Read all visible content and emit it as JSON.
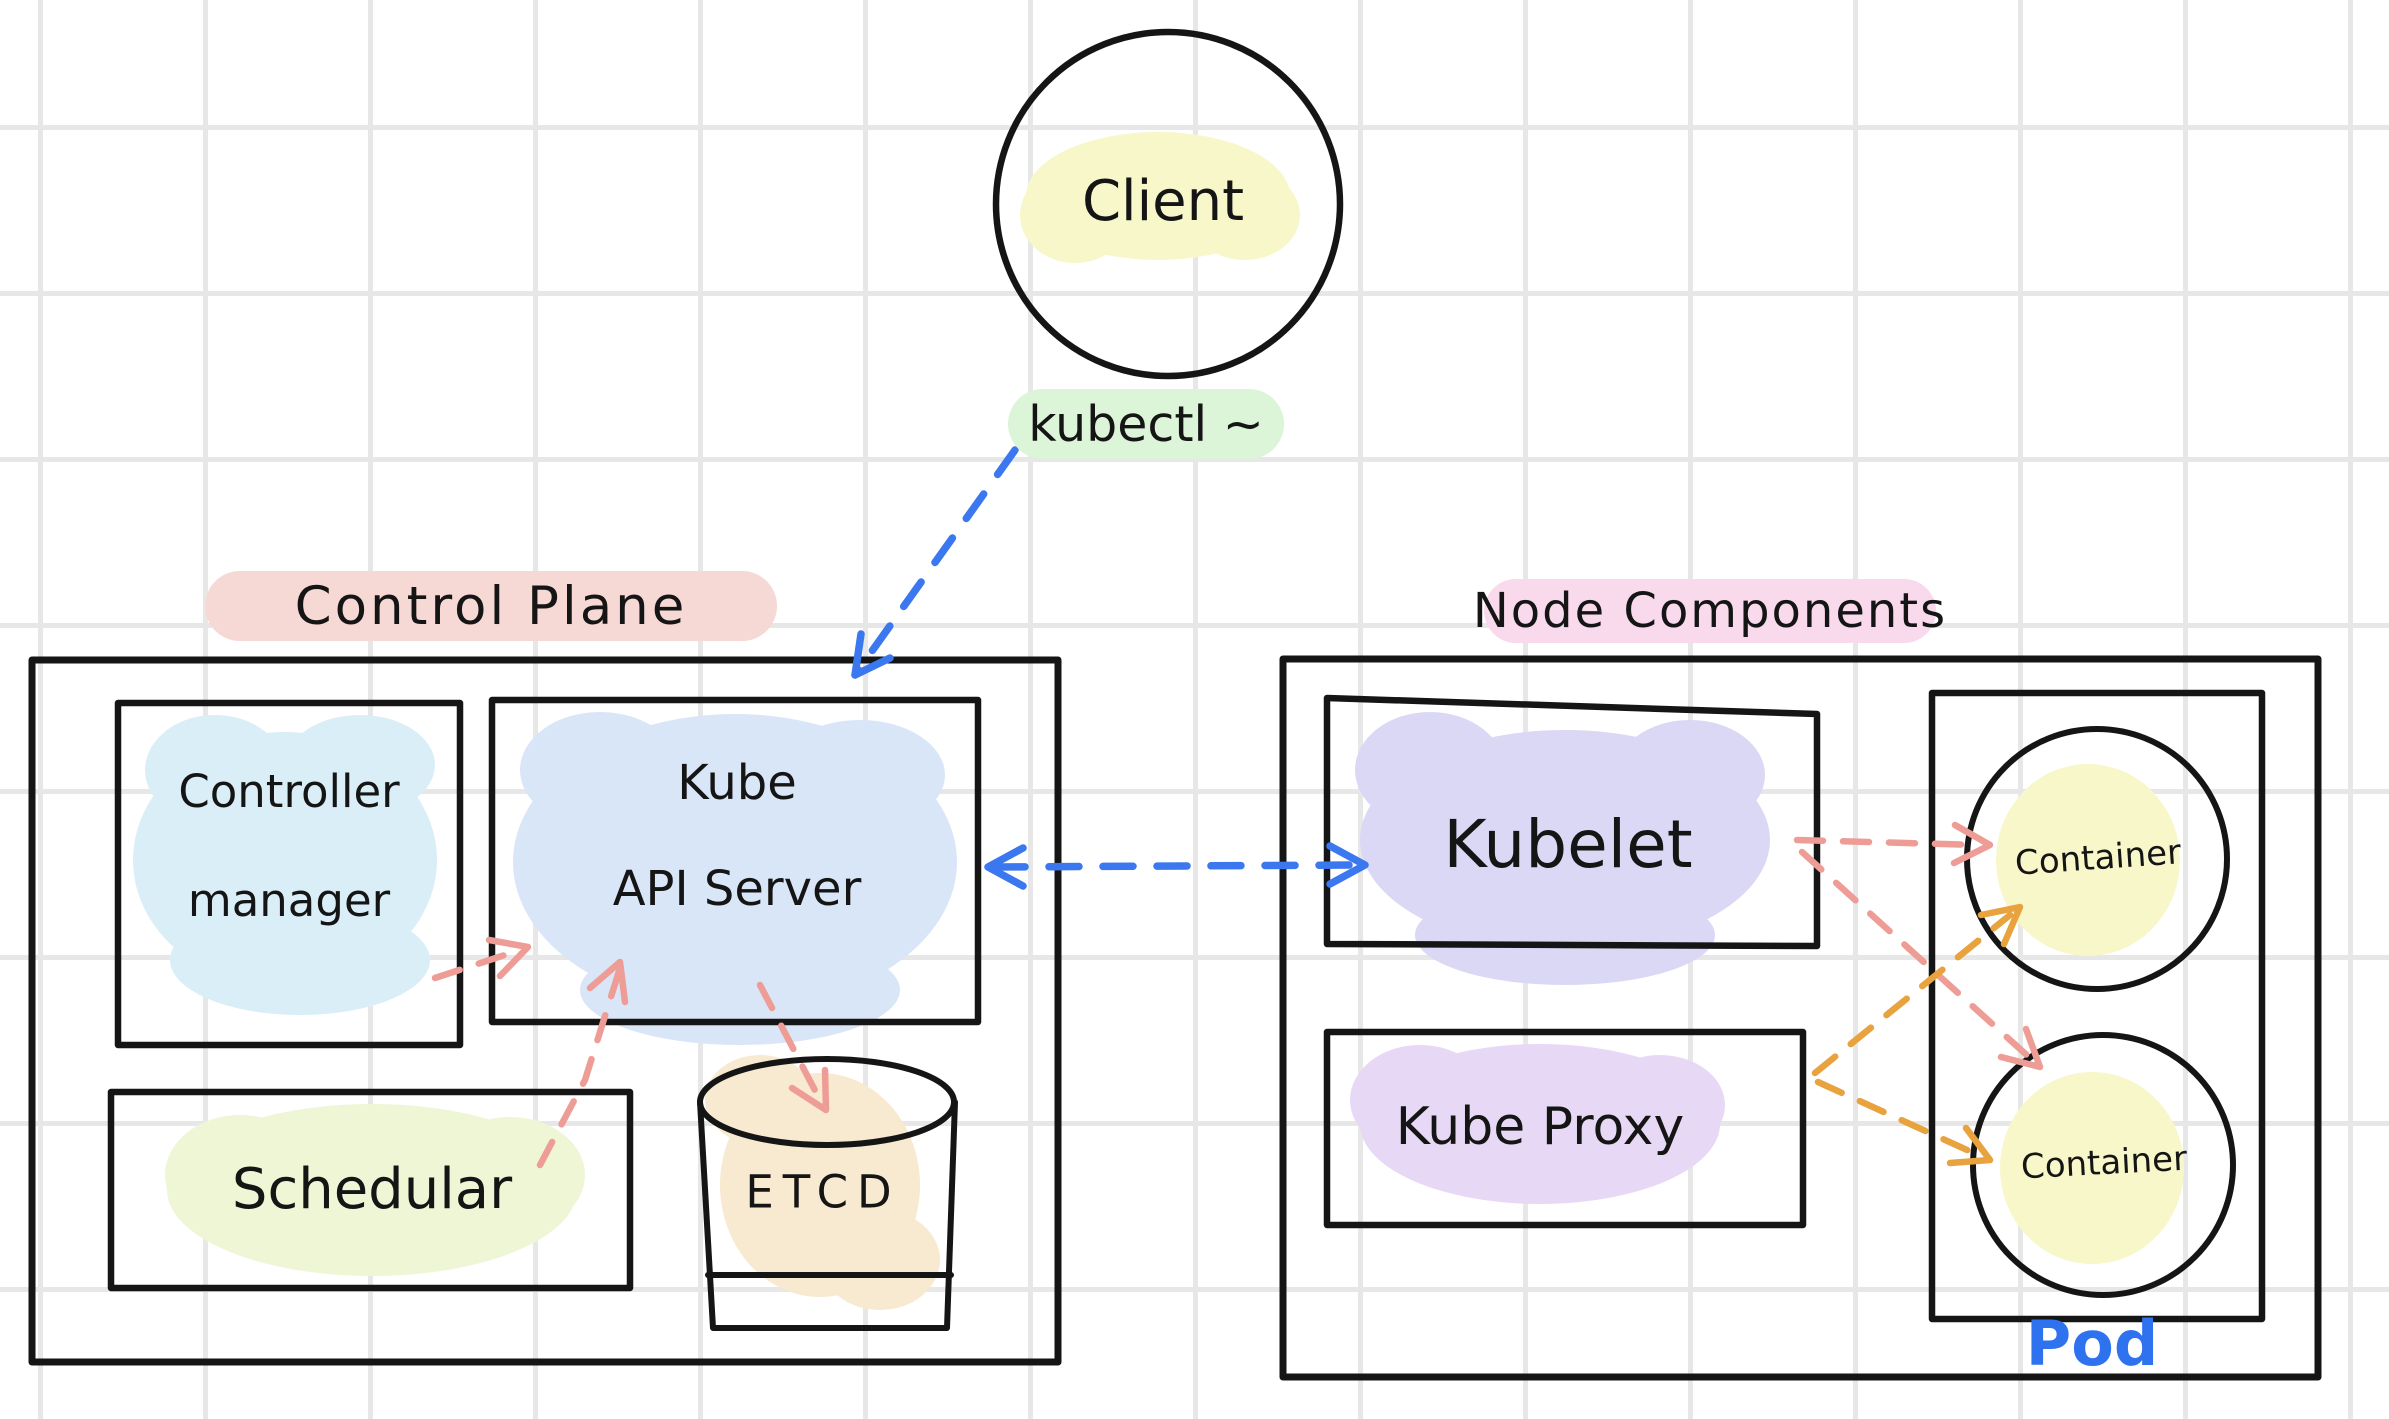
{
  "diagram": {
    "client": {
      "label": "Client"
    },
    "kubectl": {
      "label": "kubectl ~"
    },
    "control_plane": {
      "title": "Control Plane",
      "controller_manager": {
        "line1": "Controller",
        "line2": "manager"
      },
      "api_server": {
        "line1": "Kube",
        "line2": "API Server"
      },
      "scheduler": {
        "label": "Schedular"
      },
      "etcd": {
        "label": "ETCD"
      }
    },
    "node_components": {
      "title": "Node Components",
      "kubelet": {
        "label": "Kubelet"
      },
      "kube_proxy": {
        "label": "Kube Proxy"
      },
      "pod": {
        "label": "Pod",
        "container1": "Container",
        "container2": "Container"
      }
    },
    "colors": {
      "ink": "#151515",
      "highlight_yellow": "#f7f7c9",
      "highlight_green": "#dcf4d7",
      "highlight_pink": "#f6d8d4",
      "highlight_magenta": "#f9d9ec",
      "highlight_cyan": "#daeef8",
      "highlight_blue": "#d9e6f8",
      "highlight_lime": "#eff6d6",
      "highlight_tan": "#f8e9d1",
      "highlight_lavender": "#dad8f4",
      "highlight_purple": "#e7d9f6",
      "arrow_blue": "#3b78f0",
      "arrow_red": "#ee9d96",
      "arrow_orange": "#e8a23e",
      "pod_text_blue": "#2f72f0"
    }
  }
}
